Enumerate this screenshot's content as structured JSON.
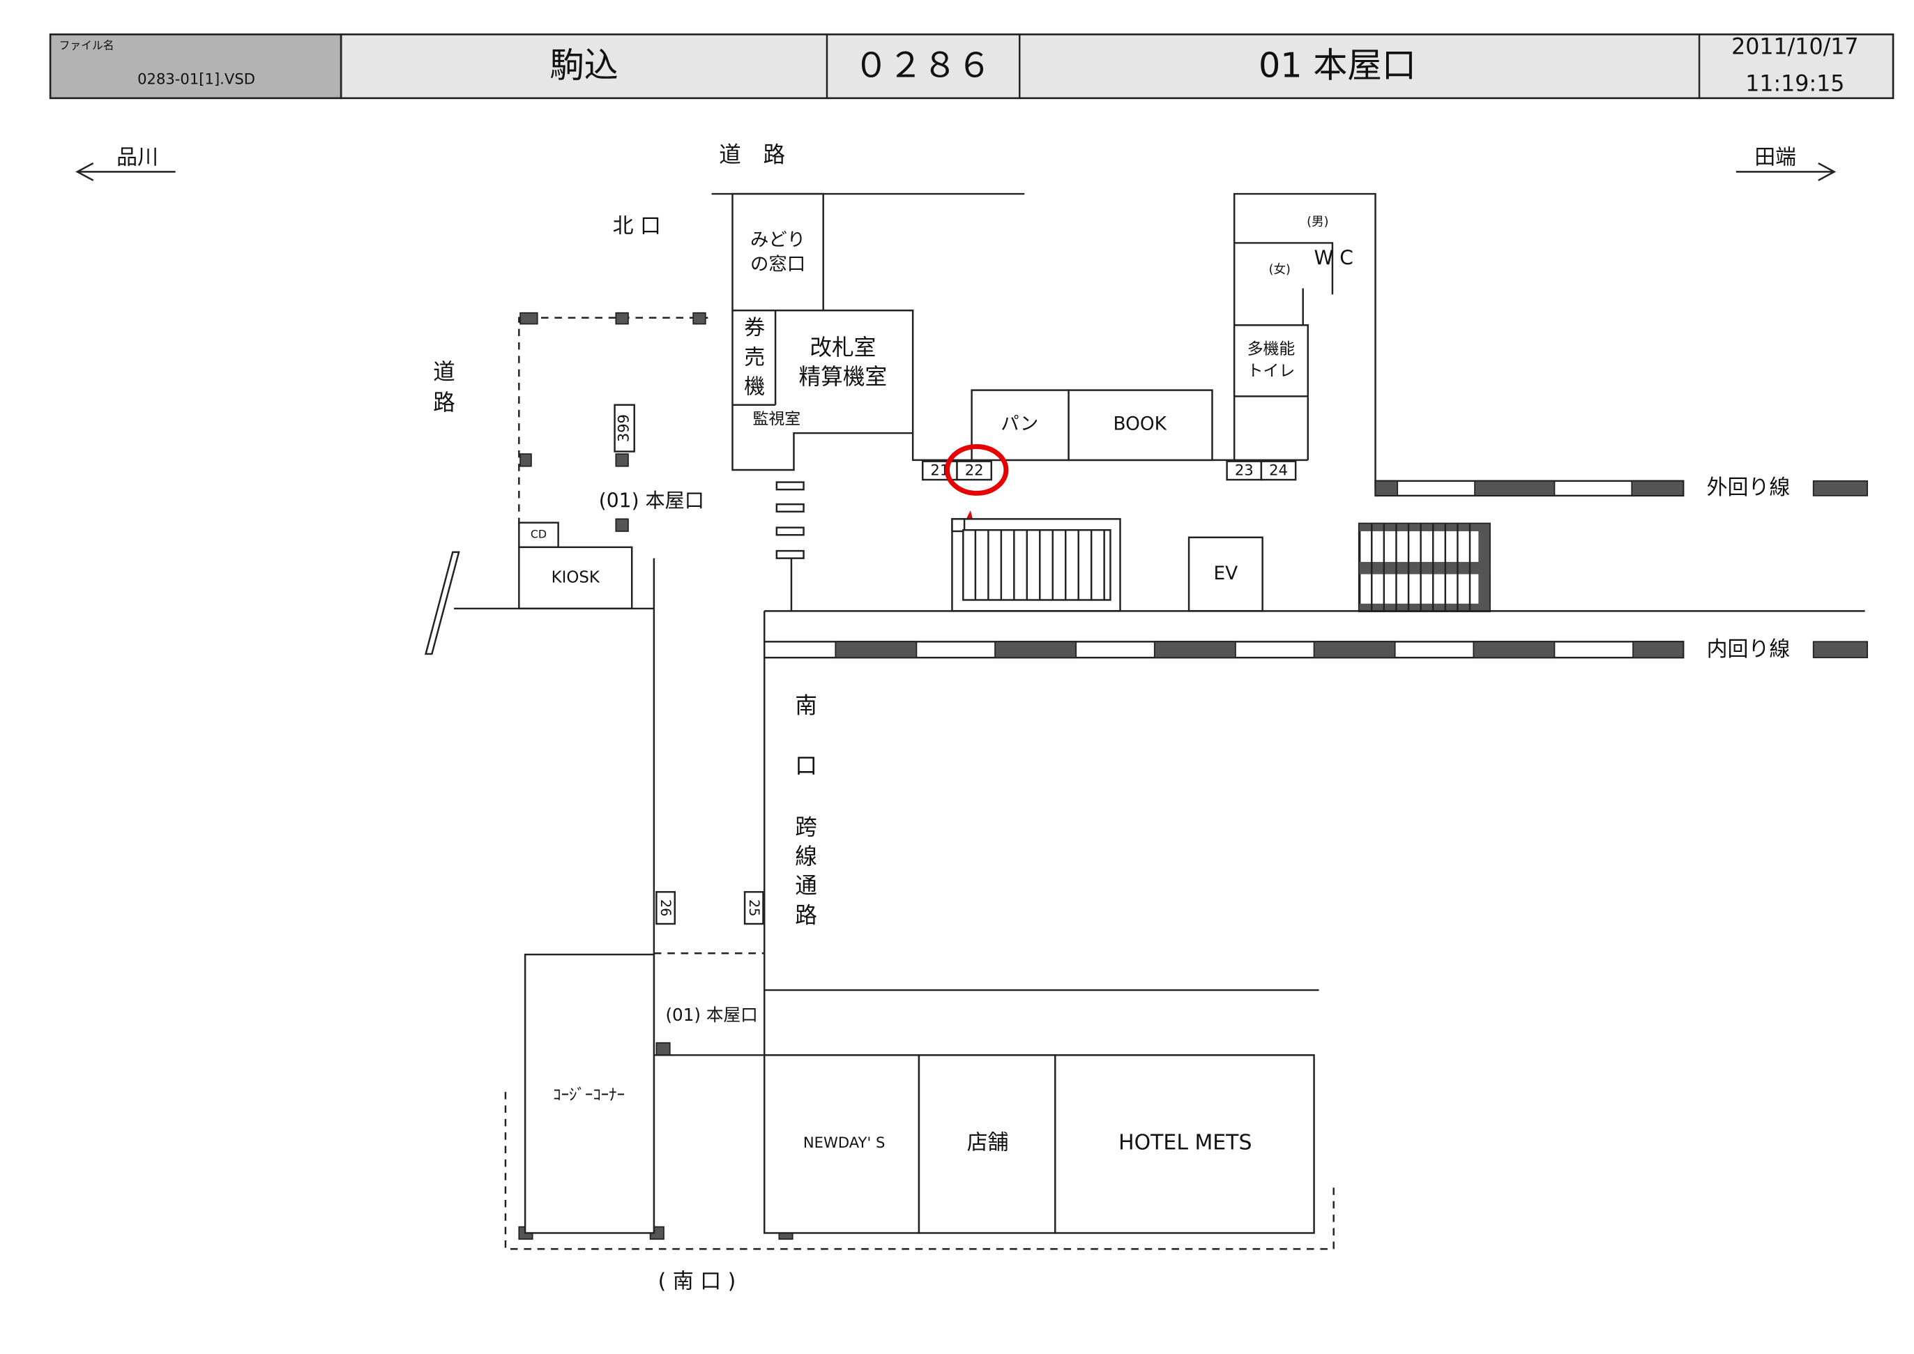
{
  "header": {
    "file_label": "ファイル名",
    "file_name": "0283-01[1].VSD",
    "station": "駒込",
    "code": "０２８６",
    "exit": "01 本屋口",
    "date": "2011/10/17",
    "time": "11:19:15"
  },
  "map": {
    "west_direction": "品川",
    "east_direction": "田端",
    "road_top": "道　路",
    "road_left": [
      "道",
      "路"
    ],
    "north_exit": "北 口",
    "midori": [
      "みどり",
      "の窓口"
    ],
    "ticket_machine": [
      "券",
      "売",
      "機"
    ],
    "gate_room": [
      "改札室",
      "精算機室"
    ],
    "monitor_room": "監視室",
    "bakery": "パン",
    "book": "BOOK",
    "wc_men": "(男)",
    "wc_women": "(女)",
    "wc": "W C",
    "multi_toilet": [
      "多機能",
      "トイレ"
    ],
    "gates": [
      "21",
      "22",
      "23",
      "24"
    ],
    "highlighted_gate": "22",
    "ev": "EV",
    "outer_line": "外回り線",
    "inner_line": "内回り線",
    "pillar_399": "399",
    "exit_label_upper": "(01) 本屋口",
    "cd": "CD",
    "kiosk": "KIOSK",
    "south_bridge": [
      "南",
      "口",
      "跨",
      "線",
      "通",
      "路"
    ],
    "gate_26": "26",
    "gate_25": "25",
    "cozy_corner": "ｺｰｼﾞｰｺｰﾅｰ",
    "exit_label_lower": "(01) 本屋口",
    "newdays": "NEWDAY' S",
    "shop": "店舗",
    "hotel": "HOTEL METS",
    "south_exit": "( 南 口 )",
    "highlight_color": "#e60000"
  }
}
